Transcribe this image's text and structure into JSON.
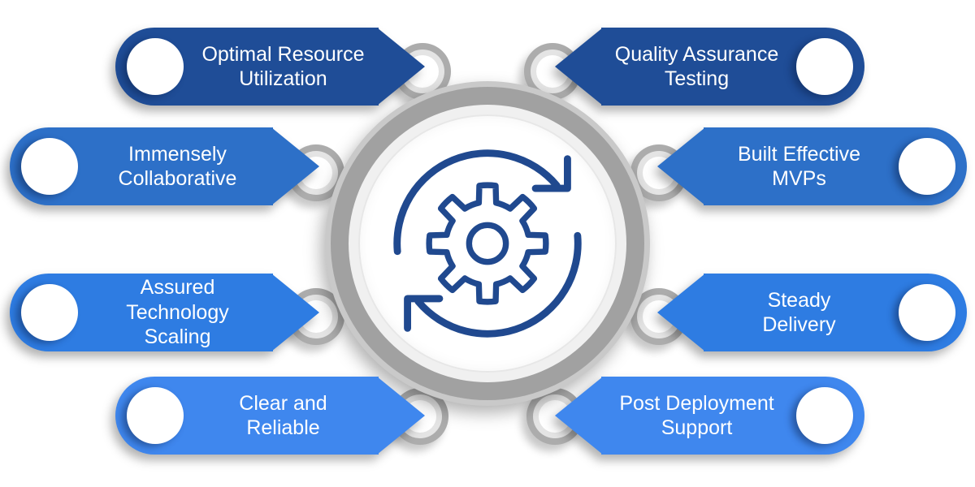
{
  "colors": {
    "pill_navy": "#1f4d97",
    "pill_blue": "#2d70c8",
    "pill_bright_blue": "#2e7ce2",
    "pill_light_blue": "#3f87ee",
    "icon_navy": "#20498f",
    "ring_gray": "#a1a1a1",
    "ring_light_gray": "#c9c9c9",
    "node_ring_gray": "#acacac",
    "text": "#ffffff"
  },
  "center": {
    "icon": "gear-with-circular-sync-arrows"
  },
  "pills": [
    {
      "id": "optimal-resource-utilization",
      "label": "Optimal Resource\nUtilization",
      "color": "#1f4d97",
      "side": "left"
    },
    {
      "id": "immensely-collaborative",
      "label": "Immensely\nCollaborative",
      "color": "#2d70c8",
      "side": "left"
    },
    {
      "id": "assured-technology-scaling",
      "label": "Assured Technology\nScaling",
      "color": "#2e7ce2",
      "side": "left"
    },
    {
      "id": "clear-and-reliable",
      "label": "Clear and\nReliable",
      "color": "#3f87ee",
      "side": "left"
    },
    {
      "id": "quality-assurance-testing",
      "label": "Quality Assurance\nTesting",
      "color": "#1f4d97",
      "side": "right"
    },
    {
      "id": "built-effective-mvps",
      "label": "Built Effective\nMVPs",
      "color": "#2d70c8",
      "side": "right"
    },
    {
      "id": "steady-delivery",
      "label": "Steady\nDelivery",
      "color": "#2e7ce2",
      "side": "right"
    },
    {
      "id": "post-deployment-support",
      "label": "Post Deployment\nSupport",
      "color": "#3f87ee",
      "side": "right"
    }
  ]
}
